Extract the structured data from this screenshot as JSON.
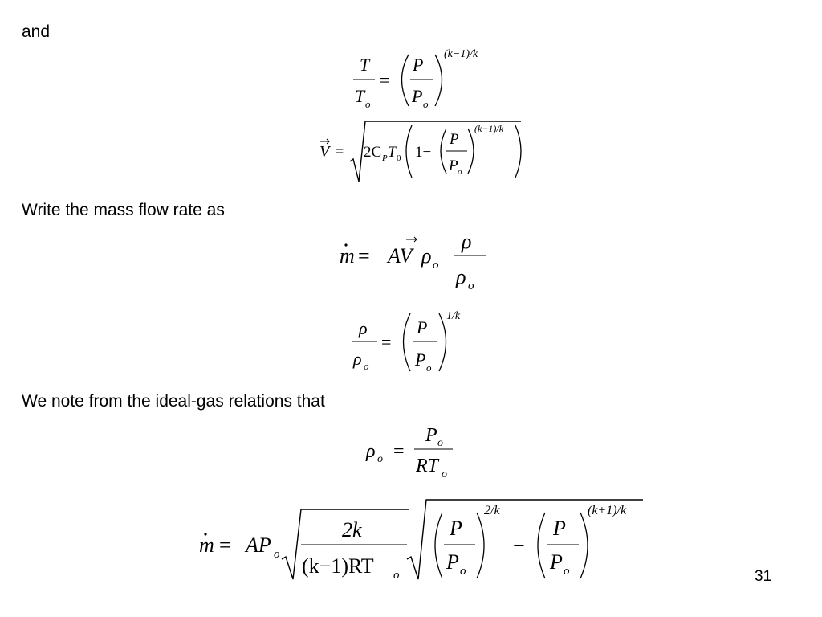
{
  "slide": {
    "text_and": "and",
    "text_mass_flow": "Write the mass flow rate as",
    "text_ideal_gas": "We note from the ideal-gas relations that",
    "page_number": "31"
  },
  "eq1": {
    "lhs_num": "T",
    "lhs_den": "T",
    "lhs_den_sub": "o",
    "equals": "=",
    "rhs_num": "P",
    "rhs_den": "P",
    "rhs_den_sub": "o",
    "exponent": "(k−1)/k"
  },
  "eq2": {
    "lhs": "V",
    "equals": "=",
    "coef": "2C",
    "cp_sub": "P",
    "t": "T",
    "t_sub": "0",
    "one_minus": "1−",
    "frac_num": "P",
    "frac_den": "P",
    "frac_den_sub": "o",
    "exponent": "(k−1)/k"
  },
  "eq3": {
    "lhs": "m",
    "equals": "=",
    "rhs_av": "AV",
    "rho": "ρ",
    "rho_sub": "o",
    "frac_num": "ρ",
    "frac_den": "ρ",
    "frac_den_sub": "o"
  },
  "eq4": {
    "lhs_num": "ρ",
    "lhs_den": "ρ",
    "lhs_den_sub": "o",
    "equals": "=",
    "rhs_num": "P",
    "rhs_den": "P",
    "rhs_den_sub": "o",
    "exponent": "1/k"
  },
  "eq5": {
    "lhs": "ρ",
    "lhs_sub": "o",
    "equals": "=",
    "num": "P",
    "num_sub": "o",
    "den": "RT",
    "den_sub": "o"
  },
  "eq6": {
    "lhs": "m",
    "equals": "=",
    "coef": "AP",
    "coef_sub": "o",
    "root_num": "2k",
    "root_den": "(k−1)RT",
    "root_den_sub": "o",
    "p1_num": "P",
    "p1_den": "P",
    "p1_den_sub": "o",
    "p1_exp": "2/k",
    "minus": "−",
    "p2_num": "P",
    "p2_den": "P",
    "p2_den_sub": "o",
    "p2_exp": "(k+1)/k"
  }
}
